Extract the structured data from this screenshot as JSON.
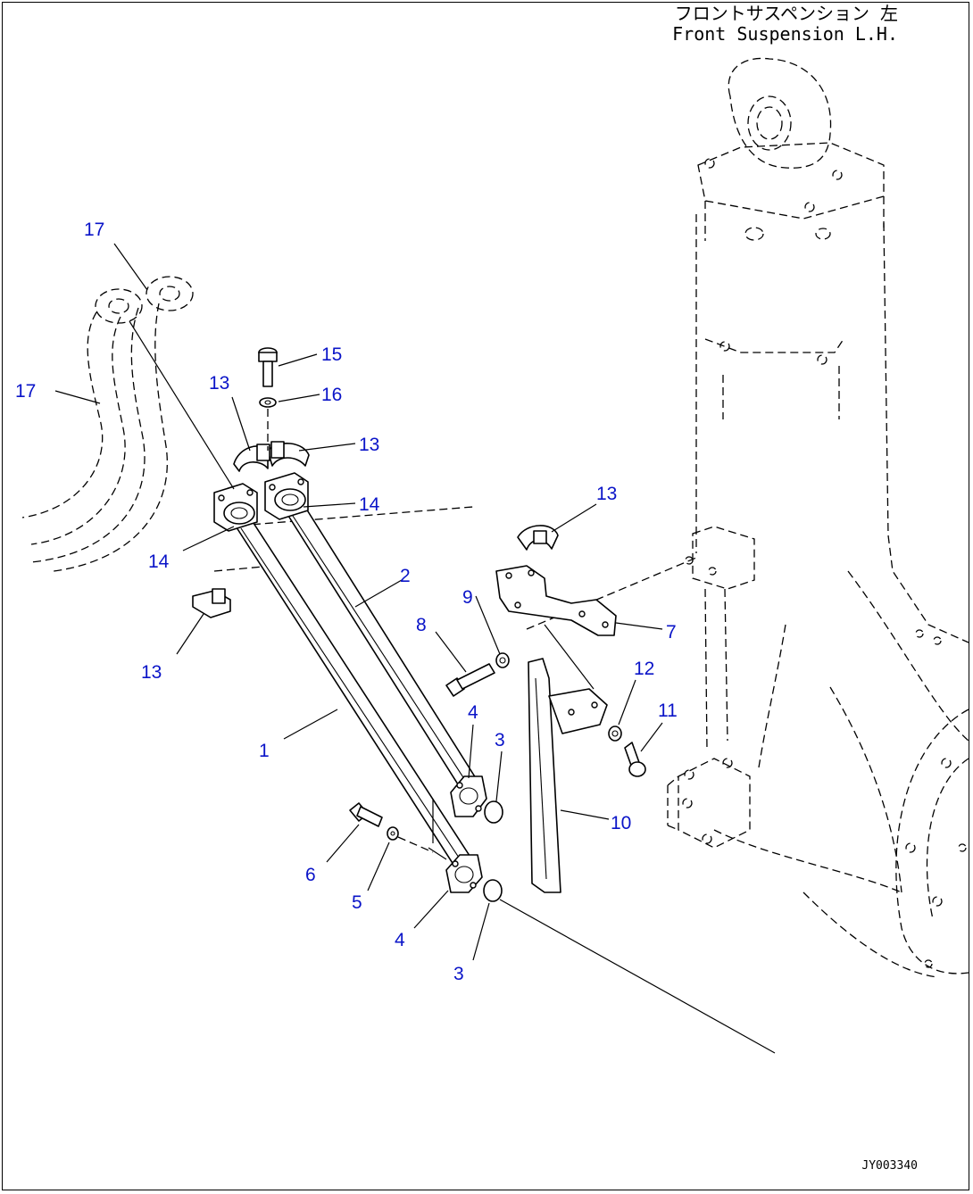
{
  "header": {
    "title_ja": "フロントサスペンション 左",
    "title_en": "Front Suspension L.H."
  },
  "drawing_code": "JY003340",
  "callouts": {
    "c1": "1",
    "c2": "2",
    "c3a": "3",
    "c3b": "3",
    "c4a": "4",
    "c4b": "4",
    "c5": "5",
    "c6": "6",
    "c7": "7",
    "c8": "8",
    "c9": "9",
    "c10": "10",
    "c11": "11",
    "c12": "12",
    "c13a": "13",
    "c13b": "13",
    "c13c": "13",
    "c13d": "13",
    "c14a": "14",
    "c14b": "14",
    "c15": "15",
    "c16": "16",
    "c17a": "17",
    "c17b": "17"
  },
  "colors": {
    "callout": "#0a14c8",
    "line": "#000000",
    "background": "#ffffff"
  }
}
